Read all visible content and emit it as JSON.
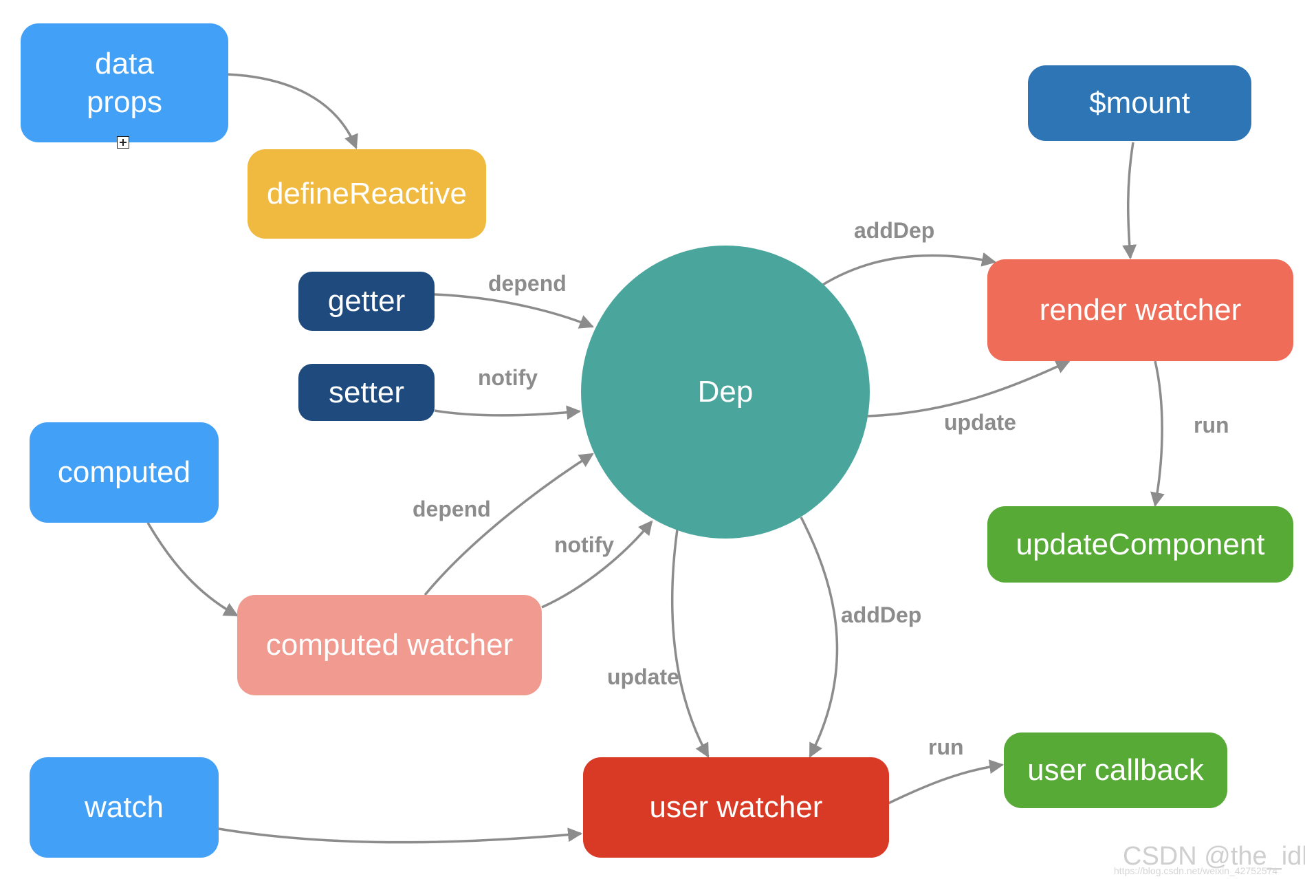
{
  "nodes": {
    "data_props": {
      "lines": [
        "data",
        "props"
      ],
      "color": "#42A0F6"
    },
    "define_reactive": {
      "label": "defineReactive",
      "color": "#F0BA40"
    },
    "getter": {
      "label": "getter",
      "color": "#1F4A7D"
    },
    "setter": {
      "label": "setter",
      "color": "#1F4A7D"
    },
    "computed": {
      "label": "computed",
      "color": "#42A0F6"
    },
    "computed_watcher": {
      "label": "computed watcher",
      "color": "#F19A90"
    },
    "watch": {
      "label": "watch",
      "color": "#42A0F6"
    },
    "dep": {
      "label": "Dep",
      "color": "#4AA69C"
    },
    "mount": {
      "label": "$mount",
      "color": "#2E75B6"
    },
    "render_watcher": {
      "label": "render watcher",
      "color": "#EE6C58"
    },
    "update_component": {
      "label": "updateComponent",
      "color": "#56AA35"
    },
    "user_watcher": {
      "label": "user watcher",
      "color": "#D93A26"
    },
    "user_callback": {
      "label": "user callback",
      "color": "#56AA35"
    }
  },
  "edges": [
    {
      "from": "data props",
      "to": "defineReactive",
      "label": ""
    },
    {
      "from": "getter",
      "to": "Dep",
      "label": "depend"
    },
    {
      "from": "setter",
      "to": "Dep",
      "label": "notify"
    },
    {
      "from": "computed",
      "to": "computed watcher",
      "label": ""
    },
    {
      "from": "computed watcher",
      "to": "Dep",
      "label": "depend"
    },
    {
      "from": "computed watcher",
      "to": "Dep",
      "label": "notify"
    },
    {
      "from": "watch",
      "to": "user watcher",
      "label": ""
    },
    {
      "from": "Dep",
      "to": "render watcher",
      "label": "addDep"
    },
    {
      "from": "Dep",
      "to": "render watcher",
      "label": "update"
    },
    {
      "from": "$mount",
      "to": "render watcher",
      "label": ""
    },
    {
      "from": "render watcher",
      "to": "updateComponent",
      "label": "run"
    },
    {
      "from": "Dep",
      "to": "user watcher",
      "label": "update"
    },
    {
      "from": "Dep",
      "to": "user watcher",
      "label": "addDep"
    },
    {
      "from": "user watcher",
      "to": "user callback",
      "label": "run"
    }
  ],
  "edge_color": "#8C8C8C",
  "watermark": {
    "main": "CSDN @the_idle",
    "url": "https://blog.csdn.net/weixin_42752574"
  }
}
